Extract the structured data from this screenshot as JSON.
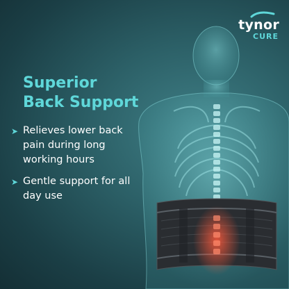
{
  "brand": {
    "name": "tynor",
    "sub": "CURE",
    "accent": "#5fd7d9"
  },
  "headline": {
    "line1": "Superior",
    "line2": "Back Support"
  },
  "bullets": [
    {
      "icon": "chevron-right-icon",
      "text": "Relieves lower back pain during long working hours"
    },
    {
      "icon": "chevron-right-icon",
      "text": "Gentle support for all day use"
    }
  ],
  "colors": {
    "background": "#2c6067",
    "text": "#ffffff",
    "highlight": "#d9452d"
  }
}
